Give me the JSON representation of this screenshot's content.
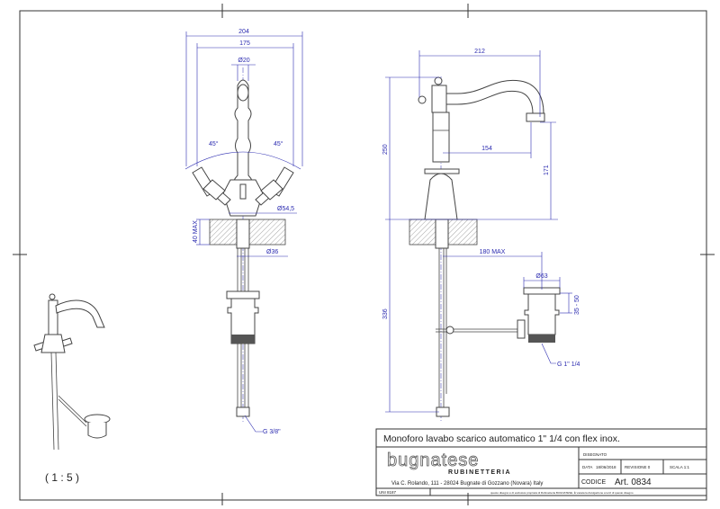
{
  "dimensions_front": {
    "width_total": "204",
    "width_handles": "175",
    "diameter_top": "Ø20",
    "angle_left": "45°",
    "angle_right": "45°",
    "diameter_base": "Ø54,5",
    "deck_max": "40 MAX",
    "diameter_hole": "Ø36",
    "thread": "G 3/8\""
  },
  "dimensions_side": {
    "reach": "212",
    "height": "250",
    "spout_reach": "154",
    "spout_height": "171",
    "drain_distance": "180 MAX",
    "drain_diameter": "Ø63",
    "drain_range": "35 - 50",
    "below_deck": "336",
    "drain_thread": "G 1\" 1/4"
  },
  "scale_label": "( 1 : 5 )",
  "title_block": {
    "title": "Monoforo lavabo scarico automatico 1\" 1/4 con flex inox.",
    "brand": "bugnatese",
    "brand_sub": "RUBINETTERIA",
    "address": "Via C. Rolando, 111 - 28024 Bugnate di Gozzano (Novara) Italy",
    "drawn_label": "DISEGNATO",
    "date_label": "DATA",
    "date_value": "18/06/2018",
    "revision": "REVISIONE 0",
    "scale": "SCALA 1:1",
    "code_label": "CODICE",
    "code_value": "Art. 0834",
    "standard": "UNI 8187",
    "notice": "questo disegno è di esclusiva proprietà di Rubinetteria BUGNATESE. È vietata la divulgazione a terzi di questo disegno"
  }
}
